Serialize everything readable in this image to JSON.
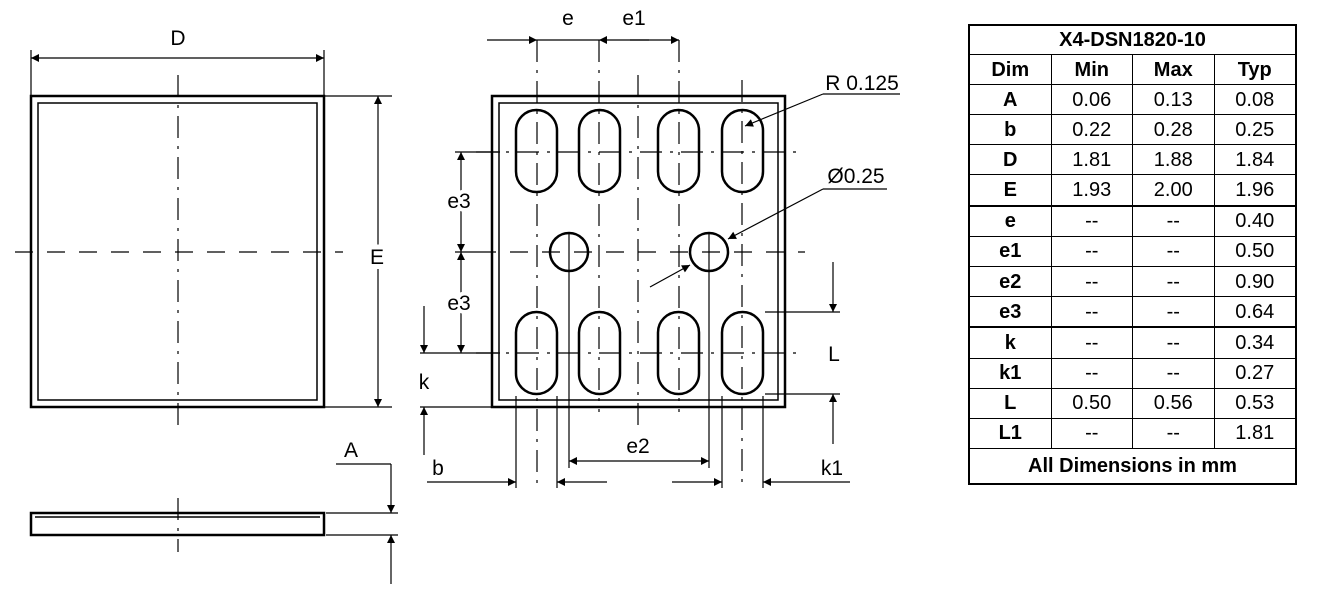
{
  "drawing": {
    "labels": {
      "D": "D",
      "E": "E",
      "A": "A",
      "e": "e",
      "e1": "e1",
      "e2": "e2",
      "e3_top": "e3",
      "e3_bottom": "e3",
      "k": "k",
      "k1": "k1",
      "b": "b",
      "L": "L",
      "radius": "R 0.125",
      "diameter": "Ø0.25"
    }
  },
  "table": {
    "title": "X4-DSN1820-10",
    "headers": [
      "Dim",
      "Min",
      "Max",
      "Typ"
    ],
    "rows": [
      {
        "dim": "A",
        "min": "0.06",
        "max": "0.13",
        "typ": "0.08"
      },
      {
        "dim": "b",
        "min": "0.22",
        "max": "0.28",
        "typ": "0.25"
      },
      {
        "dim": "D",
        "min": "1.81",
        "max": "1.88",
        "typ": "1.84"
      },
      {
        "dim": "E",
        "min": "1.93",
        "max": "2.00",
        "typ": "1.96"
      },
      {
        "dim": "e",
        "min": "--",
        "max": "--",
        "typ": "0.40"
      },
      {
        "dim": "e1",
        "min": "--",
        "max": "--",
        "typ": "0.50"
      },
      {
        "dim": "e2",
        "min": "--",
        "max": "--",
        "typ": "0.90"
      },
      {
        "dim": "e3",
        "min": "--",
        "max": "--",
        "typ": "0.64"
      },
      {
        "dim": "k",
        "min": "--",
        "max": "--",
        "typ": "0.34"
      },
      {
        "dim": "k1",
        "min": "--",
        "max": "--",
        "typ": "0.27"
      },
      {
        "dim": "L",
        "min": "0.50",
        "max": "0.56",
        "typ": "0.53"
      },
      {
        "dim": "L1",
        "min": "--",
        "max": "--",
        "typ": "1.81"
      }
    ],
    "footer": "All Dimensions in mm"
  }
}
